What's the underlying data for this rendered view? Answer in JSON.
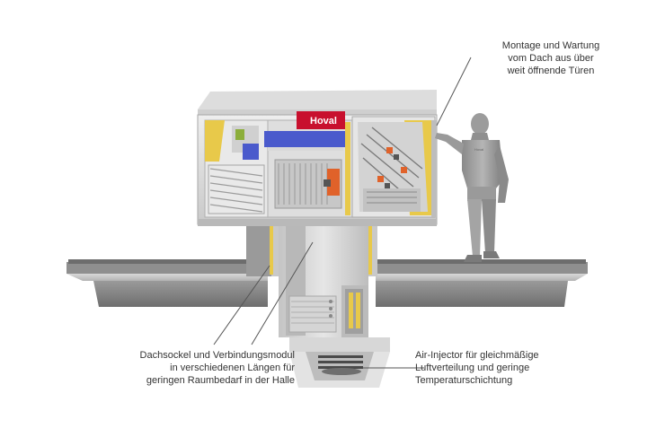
{
  "brand": {
    "logo_text": "Hoval",
    "color": "#c8102e"
  },
  "callouts": {
    "top": "Montage und Wartung\nvom Dach aus über\nweit öffnende Türen",
    "left": "Dachsockel und Verbindungsmodul\nin verschiedenen Längen für\ngeringen Raumbedarf in der Halle",
    "right": "Air-Injector für gleichmäßige\nLuftverteilung und geringe\nTemperaturschichtung"
  },
  "colors": {
    "accent_yellow": "#e8c94a",
    "accent_blue": "#4a5acc",
    "accent_orange": "#e0622a"
  }
}
